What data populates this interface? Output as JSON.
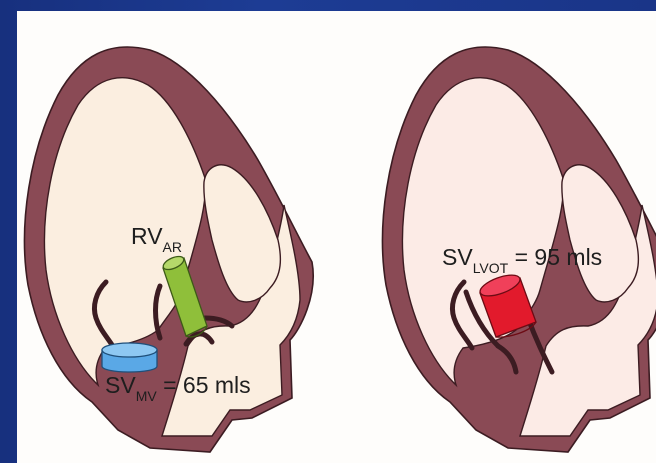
{
  "colors": {
    "background_blue": "#1d3c94",
    "panel": "#fefdfb",
    "myocardium": "#8a4a55",
    "myocardium_outline": "#3c1c22",
    "chamber": "#fbeee0",
    "chamber_right": "#fcebe6",
    "cylinder_mitral": "#5aa8e6",
    "cylinder_aortic_regurg": "#8fbf3a",
    "cylinder_lvot": "#e21a2c"
  },
  "left_diagram": {
    "label_rv": {
      "main": "RV",
      "sub": "AR"
    },
    "label_sv": {
      "main": "SV",
      "sub": "MV",
      "rest": " = 65 mls"
    }
  },
  "right_diagram": {
    "label_sv": {
      "main": "SV",
      "sub": "LVOT",
      "rest": " = 95 mls"
    }
  }
}
